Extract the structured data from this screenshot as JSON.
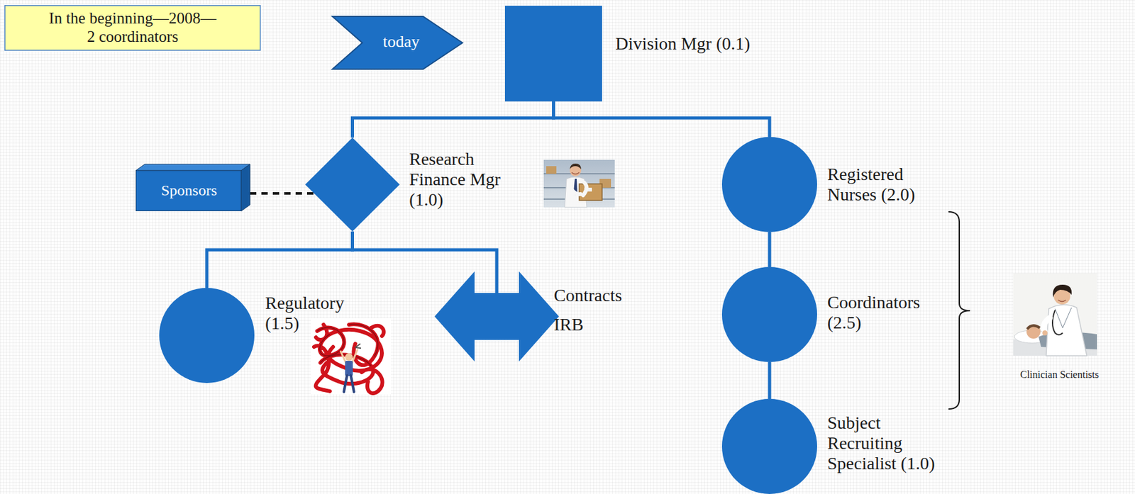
{
  "diagram": {
    "nodes": [
      {
        "text": [
          "In the beginning—2008— 2 coordinators"
        ]
      },
      {
        "text": [
          "today"
        ]
      },
      {
        "text": [
          "Division Mgr (0.1)"
        ]
      },
      {
        "text": [
          "Sponsors"
        ]
      },
      {
        "text": [
          "Research Finance Mgr (1.0)"
        ]
      },
      {
        "text": [
          "Registered Nurses (2.0)"
        ]
      },
      {
        "text": [
          "Regulatory (1.5)"
        ]
      },
      {
        "text": [
          "Contracts",
          "IRB"
        ]
      },
      {
        "text": [
          "Coordinators (2.5)"
        ]
      },
      {
        "text": [
          "Subject Recruiting Specialist (1.0)"
        ]
      }
    ],
    "edges": [
      {
        "from": 2,
        "to": 4,
        "arrow": "none"
      },
      {
        "from": 2,
        "to": 5,
        "arrow": "none"
      },
      {
        "from": 3,
        "to": 4,
        "arrow": "none"
      },
      {
        "from": 4,
        "to": 6,
        "arrow": "none"
      },
      {
        "from": 4,
        "to": 7,
        "arrow": "none"
      },
      {
        "from": 5,
        "to": 8,
        "arrow": "none"
      },
      {
        "from": 8,
        "to": 9,
        "arrow": "none"
      }
    ],
    "labels": [
      "Clinician Scientists"
    ]
  }
}
